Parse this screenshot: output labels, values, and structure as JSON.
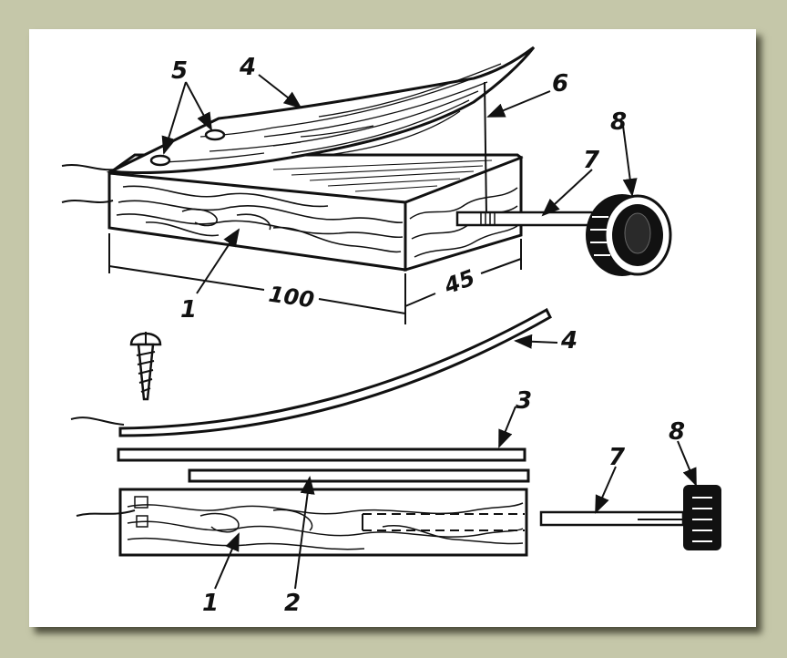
{
  "colors": {
    "ink": "#111111",
    "paper": "#ffffff",
    "background": "#c5c7a9"
  },
  "labels": {
    "top": {
      "base": "1",
      "spring_plate": "4",
      "screw_holes": "5",
      "thread": "6",
      "axle": "7",
      "knob": "8"
    },
    "bottom": {
      "base": "1",
      "strip_lower": "2",
      "strip_upper": "3",
      "spring_plate": "4",
      "axle": "7",
      "knob": "8"
    }
  },
  "dimensions": {
    "length": "100",
    "width": "45"
  },
  "icons": {
    "screw": "wood-screw-icon"
  }
}
